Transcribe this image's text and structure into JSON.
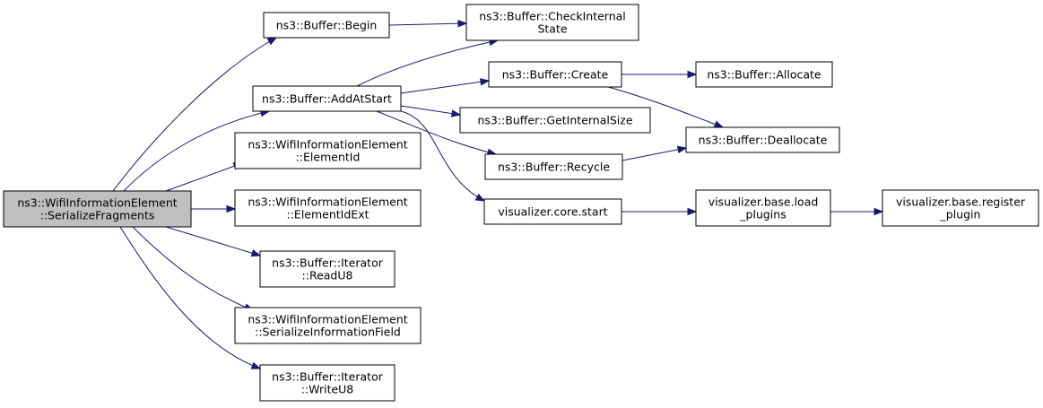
{
  "diagram": {
    "type": "call-graph",
    "colors": {
      "edge": "#191970",
      "root_fill": "#bfbfbf",
      "node_fill": "#ffffff",
      "node_border": "#000000"
    },
    "nodes": [
      {
        "id": "serialize_fragments",
        "lines": [
          "ns3::WifiInformationElement",
          "::SerializeFragments"
        ],
        "root": true
      },
      {
        "id": "buffer_begin",
        "lines": [
          "ns3::Buffer::Begin"
        ]
      },
      {
        "id": "buffer_check_internal_state",
        "lines": [
          "ns3::Buffer::CheckInternal",
          "State"
        ]
      },
      {
        "id": "buffer_add_at_start",
        "lines": [
          "ns3::Buffer::AddAtStart"
        ]
      },
      {
        "id": "buffer_create",
        "lines": [
          "ns3::Buffer::Create"
        ]
      },
      {
        "id": "buffer_allocate",
        "lines": [
          "ns3::Buffer::Allocate"
        ]
      },
      {
        "id": "buffer_get_internal_size",
        "lines": [
          "ns3::Buffer::GetInternalSize"
        ]
      },
      {
        "id": "buffer_deallocate",
        "lines": [
          "ns3::Buffer::Deallocate"
        ]
      },
      {
        "id": "buffer_recycle",
        "lines": [
          "ns3::Buffer::Recycle"
        ]
      },
      {
        "id": "element_id",
        "lines": [
          "ns3::WifiInformationElement",
          "::ElementId"
        ]
      },
      {
        "id": "element_id_ext",
        "lines": [
          "ns3::WifiInformationElement",
          "::ElementIdExt"
        ]
      },
      {
        "id": "visualizer_core_start",
        "lines": [
          "visualizer.core.start"
        ]
      },
      {
        "id": "visualizer_base_load_plugins",
        "lines": [
          "visualizer.base.load",
          "_plugins"
        ]
      },
      {
        "id": "visualizer_base_register_plugin",
        "lines": [
          "visualizer.base.register",
          "_plugin"
        ]
      },
      {
        "id": "iterator_read_u8",
        "lines": [
          "ns3::Buffer::Iterator",
          "::ReadU8"
        ]
      },
      {
        "id": "serialize_information_field",
        "lines": [
          "ns3::WifiInformationElement",
          "::SerializeInformationField"
        ]
      },
      {
        "id": "iterator_write_u8",
        "lines": [
          "ns3::Buffer::Iterator",
          "::WriteU8"
        ]
      }
    ],
    "edges": [
      {
        "from": "serialize_fragments",
        "to": "buffer_begin"
      },
      {
        "from": "serialize_fragments",
        "to": "buffer_add_at_start"
      },
      {
        "from": "serialize_fragments",
        "to": "element_id"
      },
      {
        "from": "serialize_fragments",
        "to": "element_id_ext"
      },
      {
        "from": "serialize_fragments",
        "to": "iterator_read_u8"
      },
      {
        "from": "serialize_fragments",
        "to": "serialize_information_field"
      },
      {
        "from": "serialize_fragments",
        "to": "iterator_write_u8"
      },
      {
        "from": "buffer_begin",
        "to": "buffer_check_internal_state"
      },
      {
        "from": "buffer_add_at_start",
        "to": "buffer_check_internal_state"
      },
      {
        "from": "buffer_add_at_start",
        "to": "buffer_create"
      },
      {
        "from": "buffer_add_at_start",
        "to": "buffer_get_internal_size"
      },
      {
        "from": "buffer_add_at_start",
        "to": "buffer_recycle"
      },
      {
        "from": "buffer_add_at_start",
        "to": "visualizer_core_start"
      },
      {
        "from": "buffer_create",
        "to": "buffer_allocate"
      },
      {
        "from": "buffer_create",
        "to": "buffer_deallocate"
      },
      {
        "from": "buffer_recycle",
        "to": "buffer_deallocate"
      },
      {
        "from": "visualizer_core_start",
        "to": "visualizer_base_load_plugins"
      },
      {
        "from": "visualizer_base_load_plugins",
        "to": "visualizer_base_register_plugin"
      }
    ]
  }
}
